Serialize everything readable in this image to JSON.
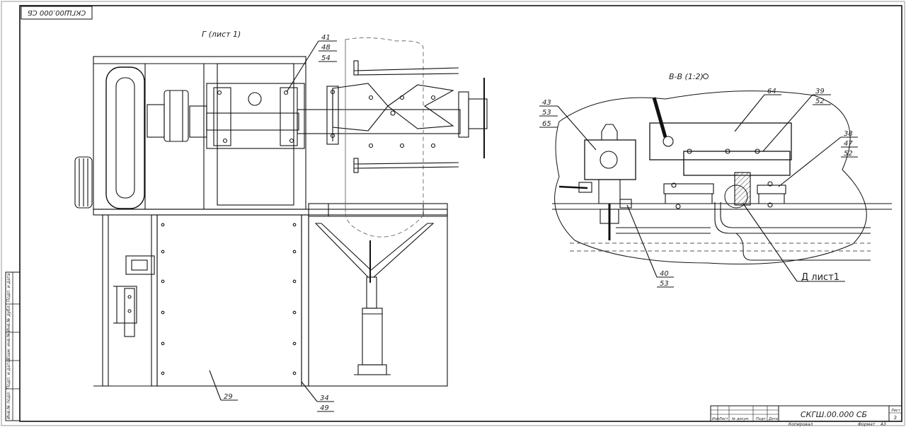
{
  "drawing": {
    "code_rotated": "СКГШ00.000 СБ",
    "view_g_label": "Г (лист 1)",
    "section_label": "В-В (1:2)",
    "d_callout": "Д лист1"
  },
  "leaders_left": {
    "g41": [
      "41",
      "48",
      "54"
    ],
    "g29": [
      "29"
    ],
    "g34": [
      "34",
      "49"
    ]
  },
  "leaders_right": {
    "g43": [
      "43",
      "53",
      "65"
    ],
    "g64": [
      "64"
    ],
    "g39": [
      "39",
      "52"
    ],
    "g38": [
      "38",
      "47",
      "52"
    ],
    "g40": [
      "40",
      "53"
    ]
  },
  "side_stamp": [
    "Инв.№ подл.",
    "Подп. и дата",
    "Взам. инв.№",
    "Инв.№ дубл.",
    "Подп. и дата"
  ],
  "title_block": {
    "designation": "СКГШ.00.000 СБ",
    "sheet_label": "Лист",
    "sheet_number": "2",
    "copied_label": "Копировал",
    "format_label": "Формат",
    "format_value": "A3",
    "cols": [
      "Изм",
      "Лист",
      "№ докум.",
      "Подп.",
      "Дата"
    ]
  }
}
